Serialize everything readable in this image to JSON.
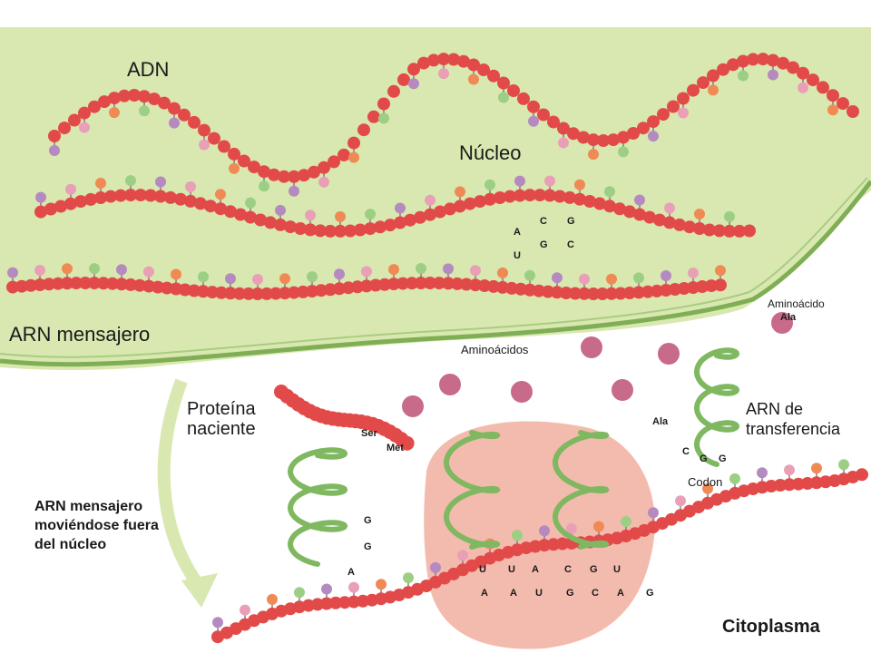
{
  "labels": {
    "adn": "ADN",
    "nucleo": "Núcleo",
    "arn_mensajero": "ARN mensajero",
    "aminoacido": "Aminoácido",
    "aminoacidos": "Aminoácidos",
    "proteina_naciente": "Proteína\nnaciente",
    "arn_transferencia": "ARN de\ntransferencia",
    "codon": "Codon",
    "arn_moviendose": "ARN mensajero\nmoviéndose fuera\ndel núcleo",
    "citoplasma": "Citoplasma",
    "ala_1": "Ala",
    "ala_2": "Ala",
    "ser": "Ser",
    "met": "Met"
  },
  "dna_bases": {
    "top": [
      "A",
      "C",
      "G"
    ],
    "bottom": [
      "U",
      "G",
      "C"
    ]
  },
  "trna_bases": {
    "left": [
      "G",
      "G",
      "A"
    ],
    "codon": [
      "C",
      "G",
      "G"
    ]
  },
  "ribosome_bases": {
    "anticodons": [
      "U",
      "U",
      "A",
      "C",
      "G",
      "U"
    ],
    "codons": [
      "A",
      "A",
      "U",
      "G",
      "C",
      "A",
      "G"
    ]
  },
  "colors": {
    "backbone": "#e24a4a",
    "nucleus": "#d9e8b0",
    "membrane": "#7fae55",
    "ribosome": "#f2b4a4",
    "trna": "#7fb860",
    "base_purple": "#b58ac0",
    "base_green": "#9ccf84",
    "base_orange": "#f08a55"
  }
}
